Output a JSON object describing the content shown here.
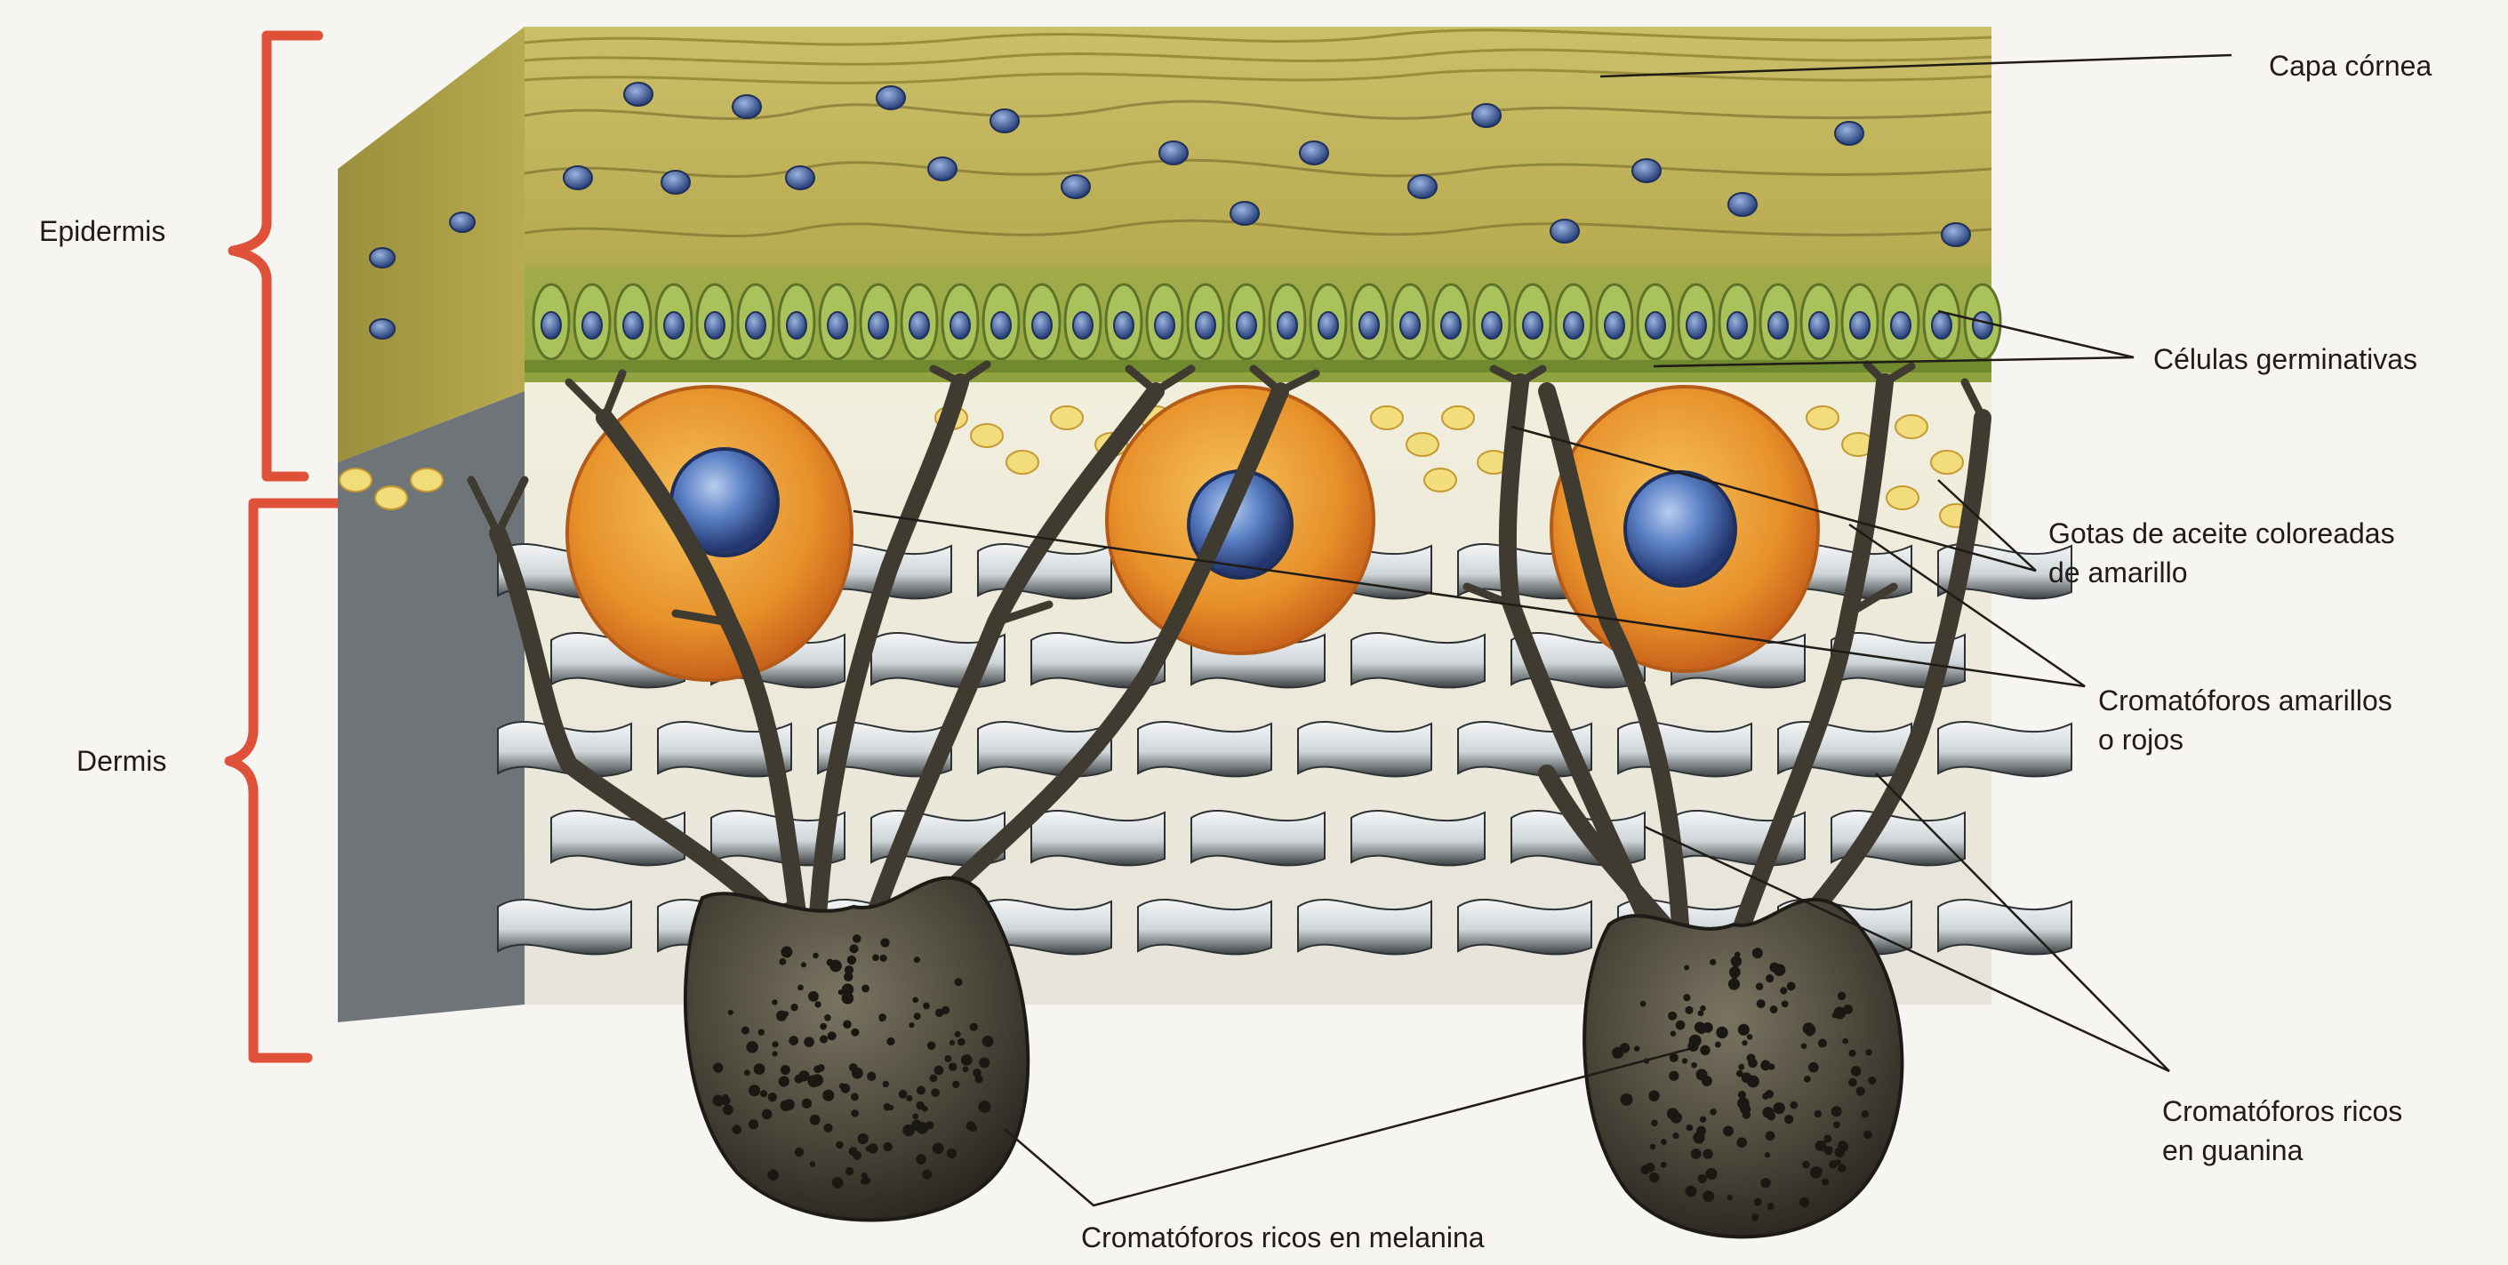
{
  "brackets": {
    "epidermis": "Epidermis",
    "dermis": "Dermis"
  },
  "labels": {
    "capa_cornea": "Capa córnea",
    "celulas_germinativas": "Células germinativas",
    "gotas_line1": "Gotas de aceite coloreadas",
    "gotas_line2": "de amarillo",
    "amarillos_line1": "Cromatóforos amarillos",
    "amarillos_line2": "o rojos",
    "guanina_line1": "Cromatóforos ricos",
    "guanina_line2": "en guanina",
    "melanina": "Cromatóforos ricos en melanina"
  },
  "colors": {
    "bracket": "#e0513a",
    "epidermis": "#b8a94a",
    "germinal": "#7f9c3a",
    "nucleus": "#4a6aa8",
    "yellow_chromatophore": "#e39a2e",
    "guanine": "#dfe3e5",
    "melanin": "#4e4a3c"
  }
}
